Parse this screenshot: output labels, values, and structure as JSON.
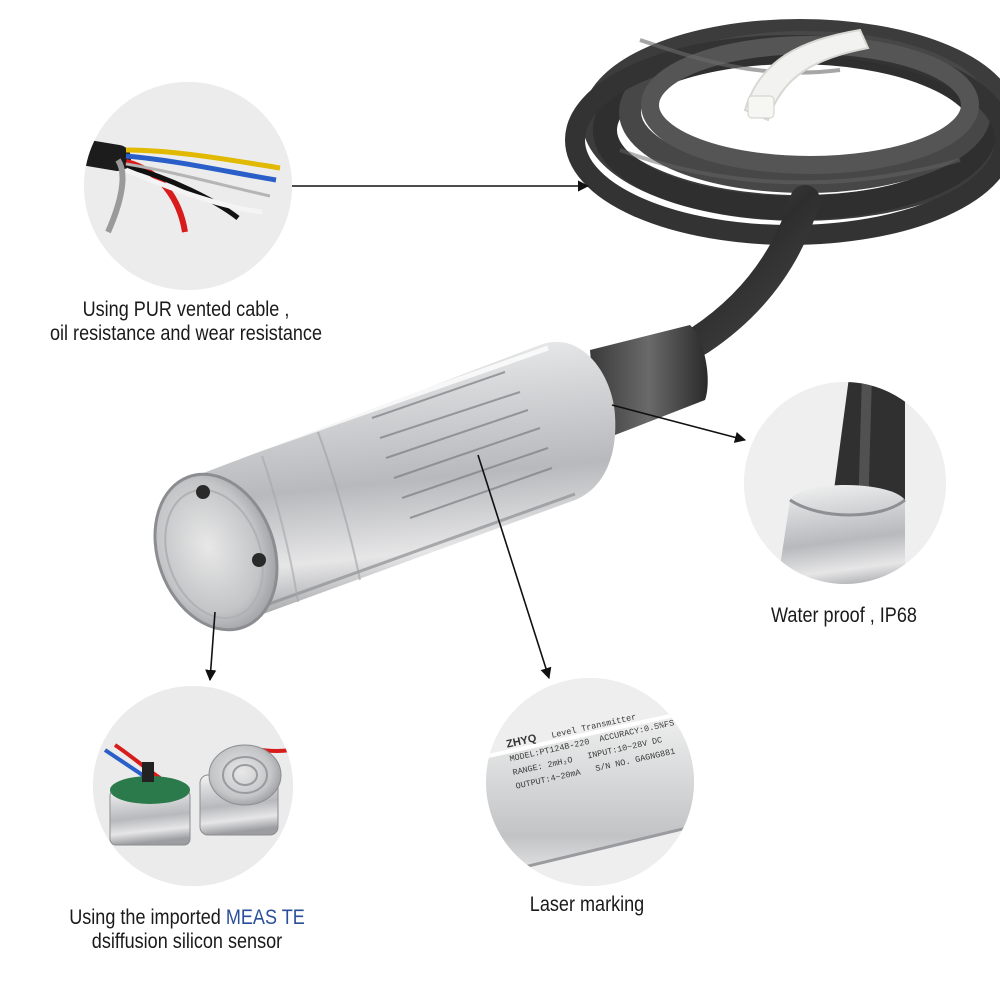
{
  "callouts": {
    "cable": {
      "line1": "Using PUR vented cable ,",
      "line2": "oil resistance and wear resistance"
    },
    "waterproof": {
      "line1": "Water proof , IP68"
    },
    "sensor": {
      "line1_prefix": "Using the imported ",
      "line1_brand": "MEAS TE",
      "line2": "dsiffusion silicon sensor"
    },
    "marking": {
      "line1": "Laser marking"
    }
  },
  "marking_plate": {
    "logo": "ZHYQ",
    "product": "Level Transmitter",
    "model": "MODEL:PT124B-220",
    "accuracy": "ACCURACY:0.5%FS",
    "range": "RANGE: 2mH₂O",
    "input": "INPUT:10~28V DC",
    "output": "OUTPUT:4~20mA",
    "serial": "S/N NO. GAGNG881"
  },
  "colors": {
    "brand_text": "#2a4f9a",
    "cable": "#3a3a3a",
    "steel": "#c9cacc",
    "circle_bg": "#e9e9e9"
  }
}
